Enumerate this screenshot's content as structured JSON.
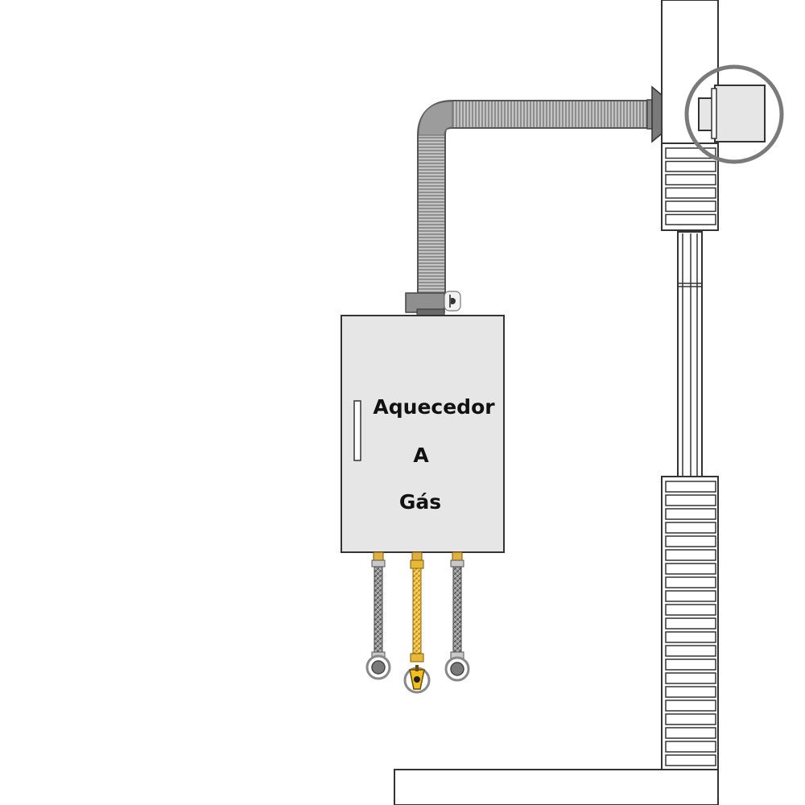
{
  "heater": {
    "label_line1": "Aquecedor",
    "label_line2": "A",
    "label_line3": "Gás"
  },
  "colors": {
    "background": "#ffffff",
    "heater_body": "#e6e6e6",
    "outline": "#333333",
    "flue_duct": "#8c8c8c",
    "gas_hose": "#f0b830",
    "water_hose": "#8a8a8a",
    "highlight_ring": "#7a7a7a"
  },
  "icons": {
    "wall": "wall-cross-section",
    "flue": "flexible-exhaust-duct",
    "terminal": "exhaust-terminal",
    "valve": "gas-valve-icon"
  }
}
